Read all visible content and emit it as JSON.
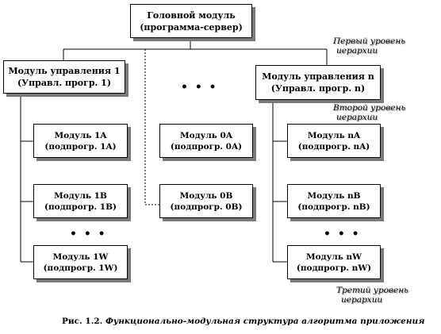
{
  "head": {
    "line1": "Головной модуль",
    "line2": "(программа-сервер)"
  },
  "controls": {
    "m1": {
      "line1": "Модуль управления 1",
      "line2": "(Управл. прогр. 1)"
    },
    "mn": {
      "line1": "Модуль управления n",
      "line2": "(Управл. прогр. n)"
    }
  },
  "modules": {
    "m1a": {
      "line1": "Модуль 1A",
      "line2": "(подпрогр. 1A)"
    },
    "m1b": {
      "line1": "Модуль 1B",
      "line2": "(подпрогр. 1B)"
    },
    "m1w": {
      "line1": "Модуль 1W",
      "line2": "(подпрогр. 1W)"
    },
    "m0a": {
      "line1": "Модуль 0A",
      "line2": "(подпрогр. 0A)"
    },
    "m0b": {
      "line1": "Модуль 0B",
      "line2": "(подпрогр. 0B)"
    },
    "mna": {
      "line1": "Модуль nA",
      "line2": "(подпрогр. nA)"
    },
    "mnb": {
      "line1": "Модуль nB",
      "line2": "(подпрогр. nB)"
    },
    "mnw": {
      "line1": "Модуль nW",
      "line2": "(подпрогр. nW)"
    }
  },
  "levels": {
    "first": {
      "line1": "Первый уровень",
      "line2": "иерархии"
    },
    "second": {
      "line1": "Второй уровень",
      "line2": "иерархии"
    },
    "third": {
      "line1": "Третий уровень",
      "line2": "иерархии"
    }
  },
  "ellipsis": "• • •",
  "caption": {
    "label": "Рис. 1.2.",
    "text": "Функционально-модульная структура алгоритма приложения"
  }
}
